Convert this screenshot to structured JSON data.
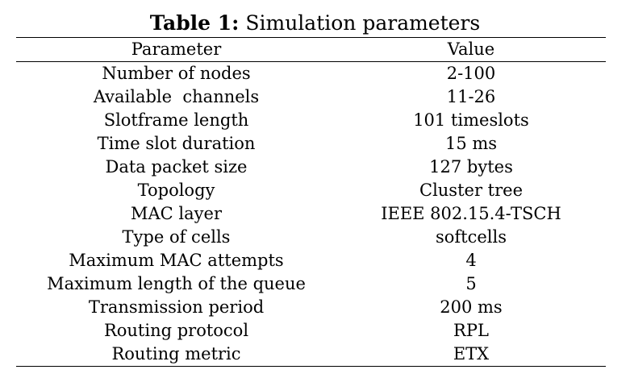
{
  "caption": {
    "label": "Table 1:",
    "text": "Simulation parameters"
  },
  "table": {
    "headers": [
      "Parameter",
      "Value"
    ],
    "rows": [
      [
        "Number of nodes",
        "2-100"
      ],
      [
        "Available  channels",
        "11-26"
      ],
      [
        "Slotframe length",
        "101 timeslots"
      ],
      [
        "Time slot duration",
        "15 ms"
      ],
      [
        "Data packet size",
        "127 bytes"
      ],
      [
        "Topology",
        "Cluster tree"
      ],
      [
        "MAC layer",
        "IEEE 802.15.4-TSCH"
      ],
      [
        "Type of cells",
        "softcells"
      ],
      [
        "Maximum MAC attempts",
        "4"
      ],
      [
        "Maximum length of the queue",
        "5"
      ],
      [
        "Transmission period",
        "200 ms"
      ],
      [
        "Routing protocol",
        "RPL"
      ],
      [
        "Routing metric",
        "ETX"
      ]
    ]
  }
}
